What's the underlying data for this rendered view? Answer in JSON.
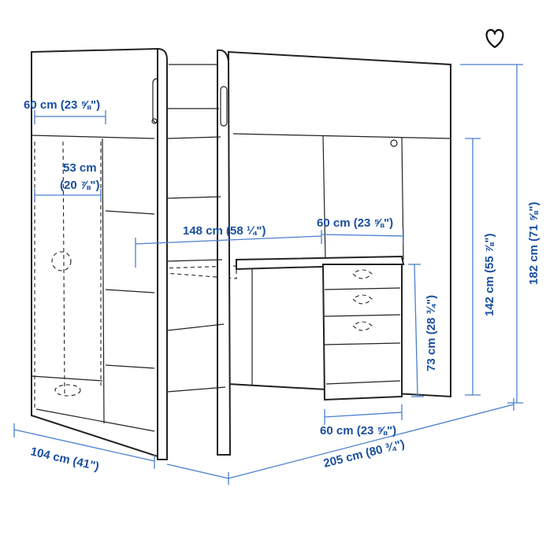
{
  "favorite": {
    "icon": "heart-outline-icon"
  },
  "dimensions": {
    "wardrobe_width": "60 cm (23 ⅝\")",
    "wardrobe_inner_top": "53 cm",
    "wardrobe_inner_bottom": "(20 ⅞\")",
    "desk_width": "148 cm (58 ¼\")",
    "desk_drawer_width": "60 cm (23 ⅝\")",
    "desk_height": "73 cm (28 ¾\")",
    "under_bed_height": "142 cm (55 ⅞\")",
    "total_height": "182 cm (71 ⅝\")",
    "desk_depth": "60 cm (23 ⅝\")",
    "total_depth": "104 cm (41\")",
    "total_length": "205 cm (80 ¾\")"
  },
  "colors": {
    "dimension": "#1a4fa0",
    "line": "#222222"
  }
}
